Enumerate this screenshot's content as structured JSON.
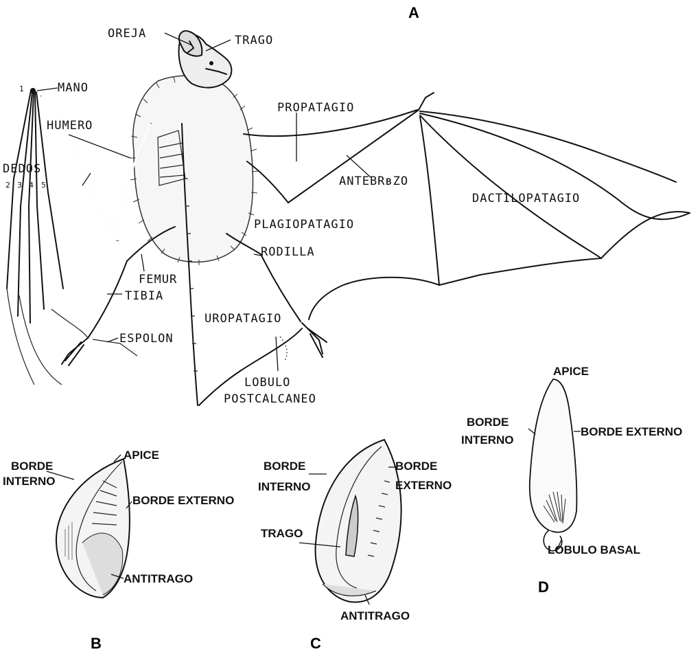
{
  "panels": {
    "a": "A",
    "b": "B",
    "c": "C",
    "d": "D"
  },
  "bat_labels": {
    "oreja": "OREJA",
    "trago": "TRAGO",
    "mano": "MANO",
    "humero": "HUMERO",
    "dedos": "DEDOS",
    "propatagio": "PROPATAGIO",
    "antebrazo": "ANTEBRʙZO",
    "dactilopatagio": "DACTILOPATAGIO",
    "plagiopatagio": "PLAGIOPATAGIO",
    "rodilla": "RODILLA",
    "femur": "FEMUR",
    "tibia": "TIBIA",
    "uropatagio": "UROPATAGIO",
    "espolon": "ESPOLON",
    "lobulo_post_1": "LOBULO",
    "lobulo_post_2": "POSTCALCANEO"
  },
  "finger_numbers": [
    "1",
    "2",
    "3",
    "4",
    "5"
  ],
  "ear_b": {
    "borde_interno_1": "BORDE",
    "borde_interno_2": "INTERNO",
    "apice": "APICE",
    "borde_externo": "BORDE EXTERNO",
    "antitrago": "ANTITRAGO"
  },
  "ear_c": {
    "borde_interno_1": "BORDE",
    "borde_interno_2": "INTERNO",
    "borde_externo_1": "BORDE",
    "borde_externo_2": "EXTERNO",
    "trago": "TRAGO",
    "antitrago": "ANTITRAGO"
  },
  "ear_d": {
    "apice": "APICE",
    "borde_interno_1": "BORDE",
    "borde_interno_2": "INTERNO",
    "borde_externo": "BORDE EXTERNO",
    "lobulo_basal": "LOBULO BASAL"
  }
}
